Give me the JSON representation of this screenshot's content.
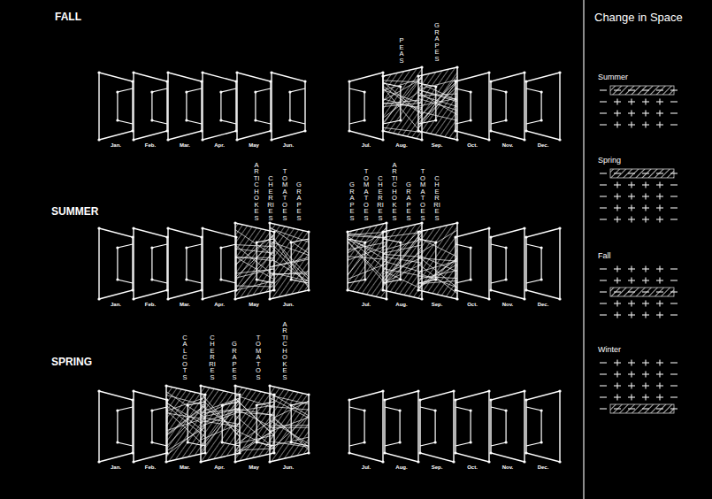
{
  "diagram": {
    "labels": [
      "FALL",
      "PEAS",
      "GRAPES",
      "Jan.",
      "Feb.",
      "Mar.",
      "Apr.",
      "May",
      "Jun.",
      "Jul.",
      "Aug.",
      "Sep.",
      "Oct.",
      "Nov.",
      "Dec.",
      "SUMMER",
      "ARTICHOKES",
      "CHERRIES",
      "TOMATOES",
      "GRAPES",
      "GRAPES",
      "TOMATOES",
      "CHERRIES",
      "ARTICHOKES",
      "GRAPES",
      "TOMATOES",
      "CHERRIES",
      "Jan.",
      "Feb.",
      "Mar.",
      "Apr.",
      "May",
      "Jun.",
      "Jul.",
      "Aug.",
      "Sep.",
      "Oct.",
      "Nov.",
      "Dec.",
      "SPRING",
      "CALCOTS",
      "CHERRIES",
      "GRAPES",
      "TOMATOS",
      "ARTICHOKES",
      "Jan.",
      "Feb.",
      "Mar.",
      "Apr.",
      "May",
      "Jun.",
      "Jul.",
      "Aug.",
      "Sep.",
      "Oct.",
      "Nov.",
      "Dec.",
      "Change in Space",
      "Summer",
      "Spring",
      "Fall",
      "Winter"
    ]
  }
}
